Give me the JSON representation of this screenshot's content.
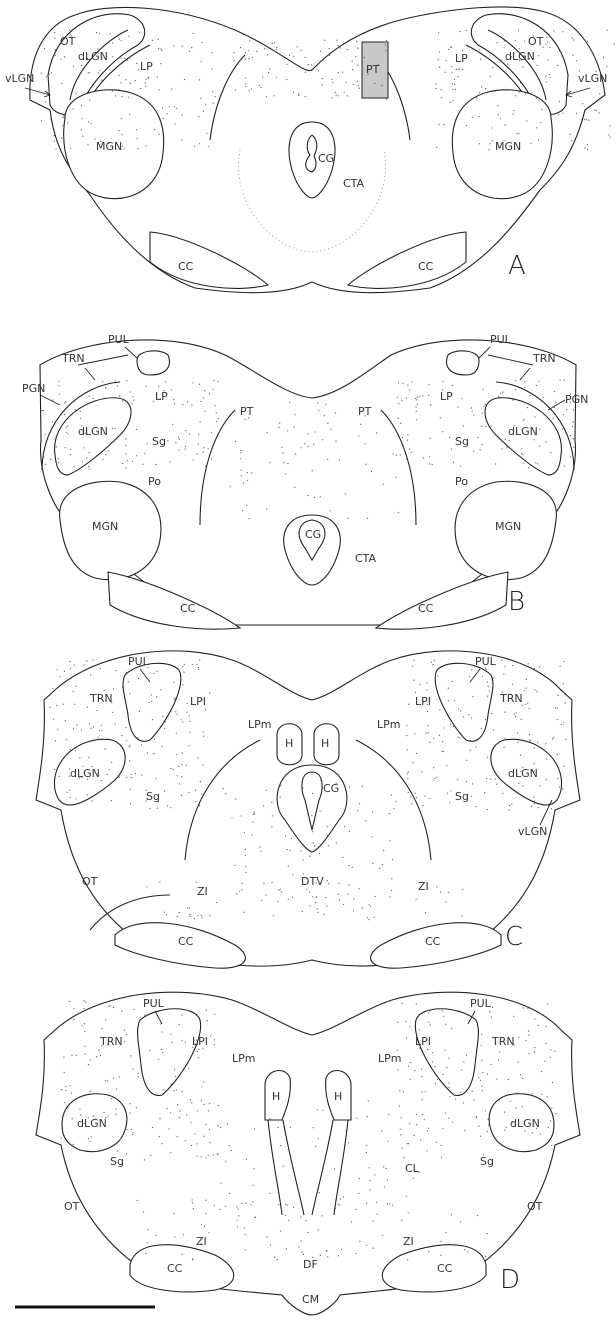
{
  "panels": [
    {
      "id": "A",
      "label": "A",
      "labels": {
        "ot_l": "OT",
        "dlgn_l": "dLGN",
        "lp_l": "LP",
        "vlgn_l": "vLGN",
        "mgn_l": "MGN",
        "cc_l": "CC",
        "ot_r": "OT",
        "dlgn_r": "dLGN",
        "lp_r": "LP",
        "vlgn_r": "vLGN",
        "mgn_r": "MGN",
        "cc_r": "CC",
        "pt": "PT",
        "cg": "CG",
        "cta": "CTA"
      }
    },
    {
      "id": "B",
      "label": "B",
      "labels": {
        "pul_l": "PUL",
        "trn_l": "TRN",
        "pgn_l": "PGN",
        "dlgn_l": "dLGN",
        "lp_l": "LP",
        "sg_l": "Sg",
        "po_l": "Po",
        "mgn_l": "MGN",
        "cc_l": "CC",
        "pt_l": "PT",
        "pul_r": "PUL",
        "trn_r": "TRN",
        "pgn_r": "PGN",
        "dlgn_r": "dLGN",
        "lp_r": "LP",
        "sg_r": "Sg",
        "po_r": "Po",
        "mgn_r": "MGN",
        "cc_r": "CC",
        "pt_r": "PT",
        "cg": "CG",
        "cta": "CTA"
      }
    },
    {
      "id": "C",
      "label": "C",
      "labels": {
        "pul_l": "PUL",
        "trn_l": "TRN",
        "lpi_l": "LPI",
        "lpm_l": "LPm",
        "dlgn_l": "dLGN",
        "sg_l": "Sg",
        "ot_l": "OT",
        "zi_l": "ZI",
        "cc_l": "CC",
        "h_l": "H",
        "pul_r": "PUL",
        "trn_r": "TRN",
        "lpi_r": "LPI",
        "lpm_r": "LPm",
        "dlgn_r": "dLGN",
        "sg_r": "Sg",
        "vlgn_r": "vLGN",
        "zi_r": "ZI",
        "cc_r": "CC",
        "h_r": "H",
        "cg": "CG",
        "dtv": "DTV"
      }
    },
    {
      "id": "D",
      "label": "D",
      "labels": {
        "pul_l": "PUL",
        "trn_l": "TRN",
        "lpi_l": "LPI",
        "lpm_l": "LPm",
        "dlgn_l": "dLGN",
        "sg_l": "Sg",
        "ot_l": "OT",
        "zi_l": "ZI",
        "cc_l": "CC",
        "h_l": "H",
        "pul_r": "PUL",
        "trn_r": "TRN",
        "lpi_r": "LPI",
        "lpm_r": "LPm",
        "dlgn_r": "dLGN",
        "sg_r": "Sg",
        "ot_r": "OT",
        "zi_r": "ZI",
        "cc_r": "CC",
        "h_r": "H",
        "cl": "CL",
        "df": "DF",
        "cm": "CM"
      }
    }
  ],
  "colors": {
    "pt_fill": "#c8c8c8",
    "stroke": "#222222",
    "dots": "#555555"
  }
}
